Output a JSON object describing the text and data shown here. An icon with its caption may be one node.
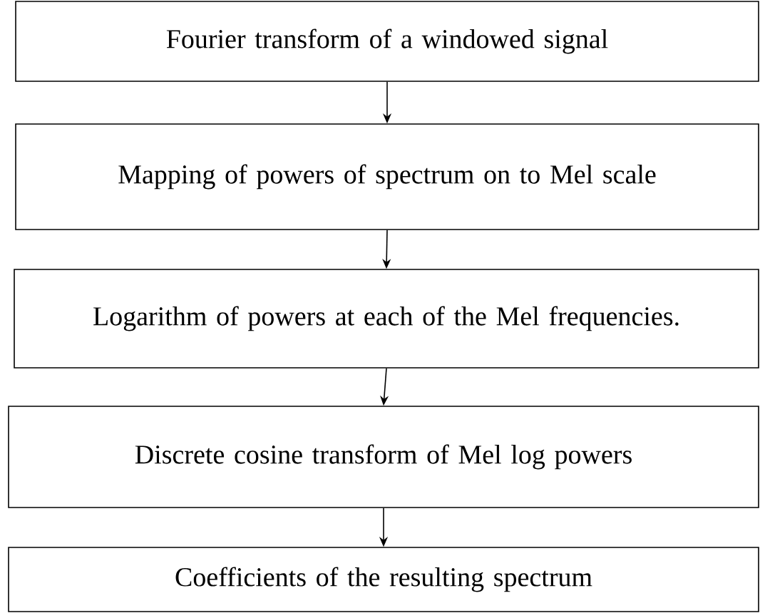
{
  "diagram": {
    "nodes": [
      {
        "text": [
          "Fourier transform of a windowed signal"
        ]
      },
      {
        "text": [
          "Mapping of powers of spectrum on to Mel scale"
        ]
      },
      {
        "text": [
          "Logarithm of powers at each of the Mel frequencies."
        ]
      },
      {
        "text": [
          "Discrete cosine transform of Mel log powers"
        ]
      },
      {
        "text": [
          "Coefficients of the resulting spectrum"
        ]
      }
    ],
    "edges": [
      {
        "from": 0,
        "to": 1,
        "arrow": "to"
      },
      {
        "from": 1,
        "to": 2,
        "arrow": "to"
      },
      {
        "from": 2,
        "to": 3,
        "arrow": "to"
      },
      {
        "from": 3,
        "to": 4,
        "arrow": "to"
      }
    ]
  }
}
